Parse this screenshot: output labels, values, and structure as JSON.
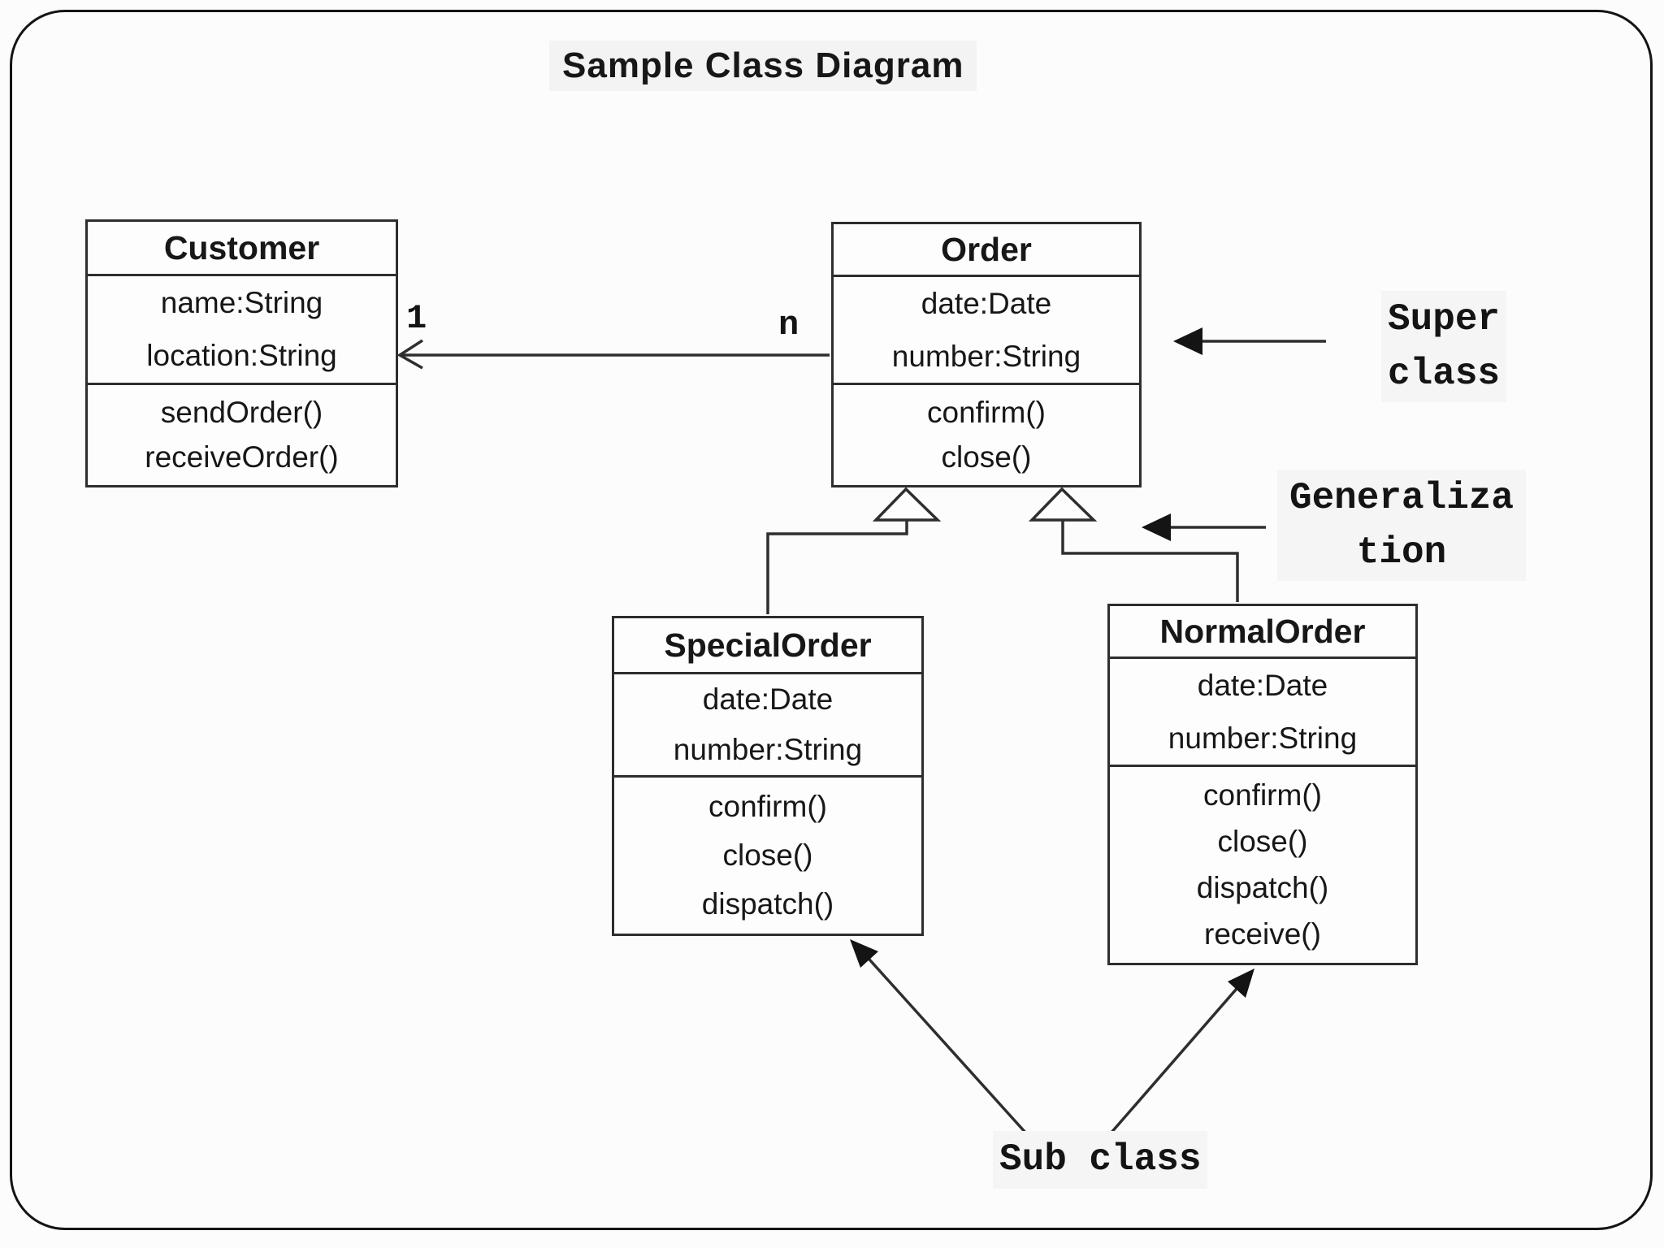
{
  "page": {
    "title": "Sample Class Diagram"
  },
  "classes": {
    "customer": {
      "name": "Customer",
      "attributes": [
        "name:String",
        "location:String"
      ],
      "methods": [
        "sendOrder()",
        "receiveOrder()"
      ]
    },
    "order": {
      "name": "Order",
      "attributes": [
        "date:Date",
        "number:String"
      ],
      "methods": [
        "confirm()",
        "close()"
      ]
    },
    "special_order": {
      "name": "SpecialOrder",
      "attributes": [
        "date:Date",
        "number:String"
      ],
      "methods": [
        "confirm()",
        "close()",
        "dispatch()"
      ]
    },
    "normal_order": {
      "name": "NormalOrder",
      "attributes": [
        "date:Date",
        "number:String"
      ],
      "methods": [
        "confirm()",
        "close()",
        "dispatch()",
        "receive()"
      ]
    }
  },
  "association": {
    "from": "Order",
    "to": "Customer",
    "customer_multiplicity": "1",
    "order_multiplicity": "n"
  },
  "annotations": {
    "super_class": {
      "line1": "Super",
      "line2": "class"
    },
    "generalization": {
      "line1": "Generaliza",
      "line2": "tion"
    },
    "sub_class": "Sub class"
  },
  "colors": {
    "line": "#2e2e2e",
    "text": "#171717",
    "background": "#fcfcfc",
    "box_fill": "#fdfdfd",
    "frame": "#141414"
  }
}
